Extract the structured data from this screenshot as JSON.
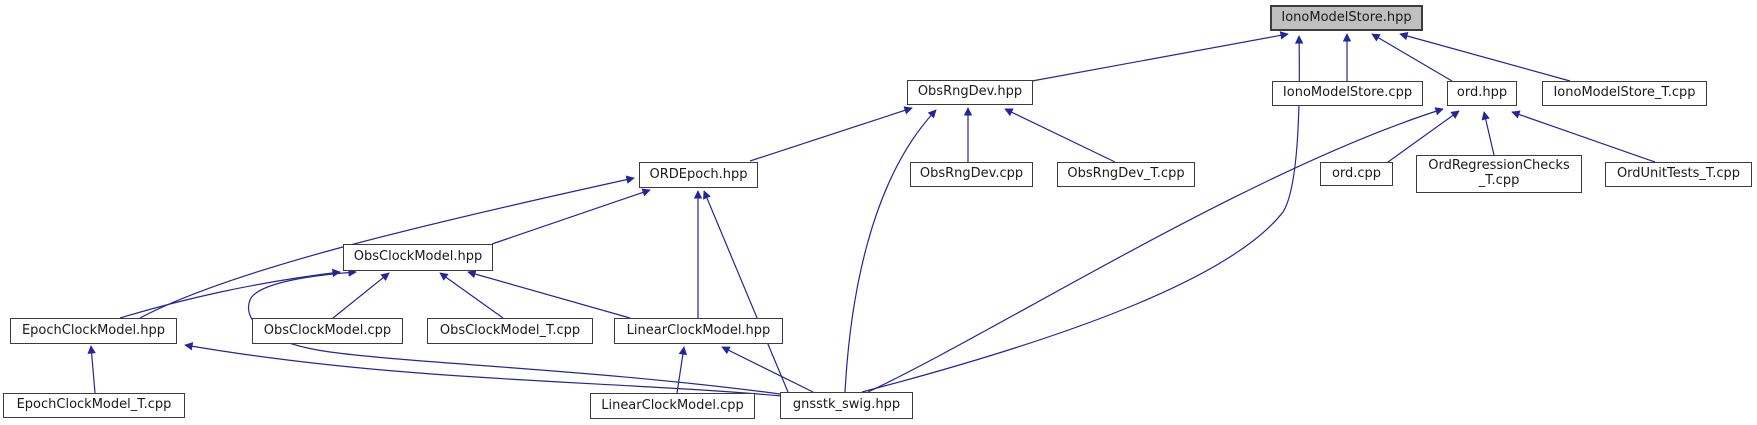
{
  "diagram": {
    "type": "include-dependency-graph",
    "root": "IonoModelStore.hpp",
    "colors": {
      "edge": "#25259a",
      "node_fill": "#ffffff",
      "node_border": "#3c3c3c",
      "root_fill": "#bfbfbf",
      "text": "#1a1a1a",
      "background": "#ffffff"
    },
    "nodes": [
      {
        "id": "ionomodelstore-hpp",
        "label": "IonoModelStore.hpp"
      },
      {
        "id": "obsrngdev-hpp",
        "label": "ObsRngDev.hpp"
      },
      {
        "id": "ionomodelstore-cpp",
        "label": "IonoModelStore.cpp"
      },
      {
        "id": "ord-hpp",
        "label": "ord.hpp"
      },
      {
        "id": "ionomodelstore-t-cpp",
        "label": "IonoModelStore_T.cpp"
      },
      {
        "id": "ordepoch-hpp",
        "label": "ORDEpoch.hpp"
      },
      {
        "id": "obsrngdev-cpp",
        "label": "ObsRngDev.cpp"
      },
      {
        "id": "obsrngdev-t-cpp",
        "label": "ObsRngDev_T.cpp"
      },
      {
        "id": "ord-cpp",
        "label": "ord.cpp"
      },
      {
        "id": "ordregressionchecks-t-cpp",
        "label": "OrdRegressionChecks_T.cpp",
        "lines": [
          "OrdRegressionChecks",
          "_T.cpp"
        ]
      },
      {
        "id": "ordunittests-t-cpp",
        "label": "OrdUnitTests_T.cpp"
      },
      {
        "id": "obsclockmodel-hpp",
        "label": "ObsClockModel.hpp"
      },
      {
        "id": "epochclockmodel-hpp",
        "label": "EpochClockModel.hpp"
      },
      {
        "id": "obsclockmodel-cpp",
        "label": "ObsClockModel.cpp"
      },
      {
        "id": "obsclockmodel-t-cpp",
        "label": "ObsClockModel_T.cpp"
      },
      {
        "id": "linearclockmodel-hpp",
        "label": "LinearClockModel.hpp"
      },
      {
        "id": "epochclockmodel-t-cpp",
        "label": "EpochClockModel_T.cpp"
      },
      {
        "id": "linearclockmodel-cpp",
        "label": "LinearClockModel.cpp"
      },
      {
        "id": "gnsstk-swig-hpp",
        "label": "gnsstk_swig.hpp"
      }
    ],
    "edges": [
      {
        "from": "ObsRngDev.hpp",
        "to": "IonoModelStore.hpp"
      },
      {
        "from": "gnsstk_swig.hpp",
        "to": "IonoModelStore.hpp"
      },
      {
        "from": "IonoModelStore.cpp",
        "to": "IonoModelStore.hpp"
      },
      {
        "from": "ord.hpp",
        "to": "IonoModelStore.hpp"
      },
      {
        "from": "IonoModelStore_T.cpp",
        "to": "IonoModelStore.hpp"
      },
      {
        "from": "ORDEpoch.hpp",
        "to": "ObsRngDev.hpp"
      },
      {
        "from": "gnsstk_swig.hpp",
        "to": "ObsRngDev.hpp"
      },
      {
        "from": "ObsRngDev.cpp",
        "to": "ObsRngDev.hpp"
      },
      {
        "from": "ObsRngDev_T.cpp",
        "to": "ObsRngDev.hpp"
      },
      {
        "from": "EpochClockModel.hpp",
        "to": "ORDEpoch.hpp"
      },
      {
        "from": "ObsClockModel.hpp",
        "to": "ORDEpoch.hpp"
      },
      {
        "from": "LinearClockModel.hpp",
        "to": "ORDEpoch.hpp"
      },
      {
        "from": "gnsstk_swig.hpp",
        "to": "ORDEpoch.hpp"
      },
      {
        "from": "EpochClockModel.hpp",
        "to": "ObsClockModel.hpp"
      },
      {
        "from": "gnsstk_swig.hpp",
        "to": "ObsClockModel.hpp"
      },
      {
        "from": "ObsClockModel.cpp",
        "to": "ObsClockModel.hpp"
      },
      {
        "from": "ObsClockModel_T.cpp",
        "to": "ObsClockModel.hpp"
      },
      {
        "from": "LinearClockModel.hpp",
        "to": "ObsClockModel.hpp"
      },
      {
        "from": "EpochClockModel_T.cpp",
        "to": "EpochClockModel.hpp"
      },
      {
        "from": "gnsstk_swig.hpp",
        "to": "EpochClockModel.hpp"
      },
      {
        "from": "LinearClockModel.cpp",
        "to": "LinearClockModel.hpp"
      },
      {
        "from": "gnsstk_swig.hpp",
        "to": "LinearClockModel.hpp"
      },
      {
        "from": "gnsstk_swig.hpp",
        "to": "ord.hpp"
      },
      {
        "from": "ord.cpp",
        "to": "ord.hpp"
      },
      {
        "from": "OrdRegressionChecks_T.cpp",
        "to": "ord.hpp"
      },
      {
        "from": "OrdUnitTests_T.cpp",
        "to": "ord.hpp"
      }
    ]
  }
}
